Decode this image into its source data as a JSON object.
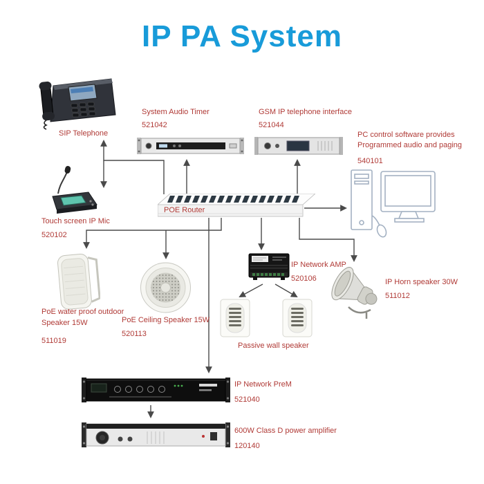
{
  "title": "IP PA System",
  "colors": {
    "title": "#189bd9",
    "label": "#b03a36",
    "connector": "#4a4a4a"
  },
  "nodes": {
    "sip_phone": {
      "label": "SIP Telephone"
    },
    "audio_timer": {
      "label": "System Audio Timer",
      "code": "521042"
    },
    "gsm_interface": {
      "label": "GSM IP telephone interface",
      "code": "521044"
    },
    "pc_software": {
      "label_line1": "PC control software provides",
      "label_line2": "Programmed audio and paging",
      "code": "540101"
    },
    "touch_mic": {
      "label": "Touch screen IP Mic",
      "code": "520102"
    },
    "poe_router": {
      "label": "POE Router"
    },
    "outdoor_speaker": {
      "label": "PoE water proof outdoor Speaker 15W",
      "code": "511019"
    },
    "ceiling_speaker": {
      "label": "PoE Ceiling Speaker 15W",
      "code": "520113"
    },
    "network_amp": {
      "label": "IP Network AMP",
      "code": "520106"
    },
    "passive_speaker": {
      "label": "Passive wall speaker"
    },
    "horn_speaker": {
      "label": "IP Horn speaker 30W",
      "code": "511012"
    },
    "network_prem": {
      "label": "IP Network PreM",
      "code": "521040"
    },
    "power_amp": {
      "label": "600W Class D power amplifier",
      "code": "120140"
    }
  },
  "edges": [
    {
      "from": "poe_router",
      "to": "sip_phone"
    },
    {
      "from": "poe_router",
      "to": "touch_mic"
    },
    {
      "from": "poe_router",
      "to": "audio_timer"
    },
    {
      "from": "poe_router",
      "to": "gsm_interface"
    },
    {
      "from": "poe_router",
      "to": "pc_software"
    },
    {
      "from": "poe_router",
      "to": "outdoor_speaker"
    },
    {
      "from": "poe_router",
      "to": "ceiling_speaker"
    },
    {
      "from": "poe_router",
      "to": "network_amp"
    },
    {
      "from": "poe_router",
      "to": "horn_speaker"
    },
    {
      "from": "poe_router",
      "to": "network_prem"
    },
    {
      "from": "network_amp",
      "to": "passive_speaker_left"
    },
    {
      "from": "network_amp",
      "to": "passive_speaker_right"
    },
    {
      "from": "network_prem",
      "to": "power_amp"
    }
  ]
}
